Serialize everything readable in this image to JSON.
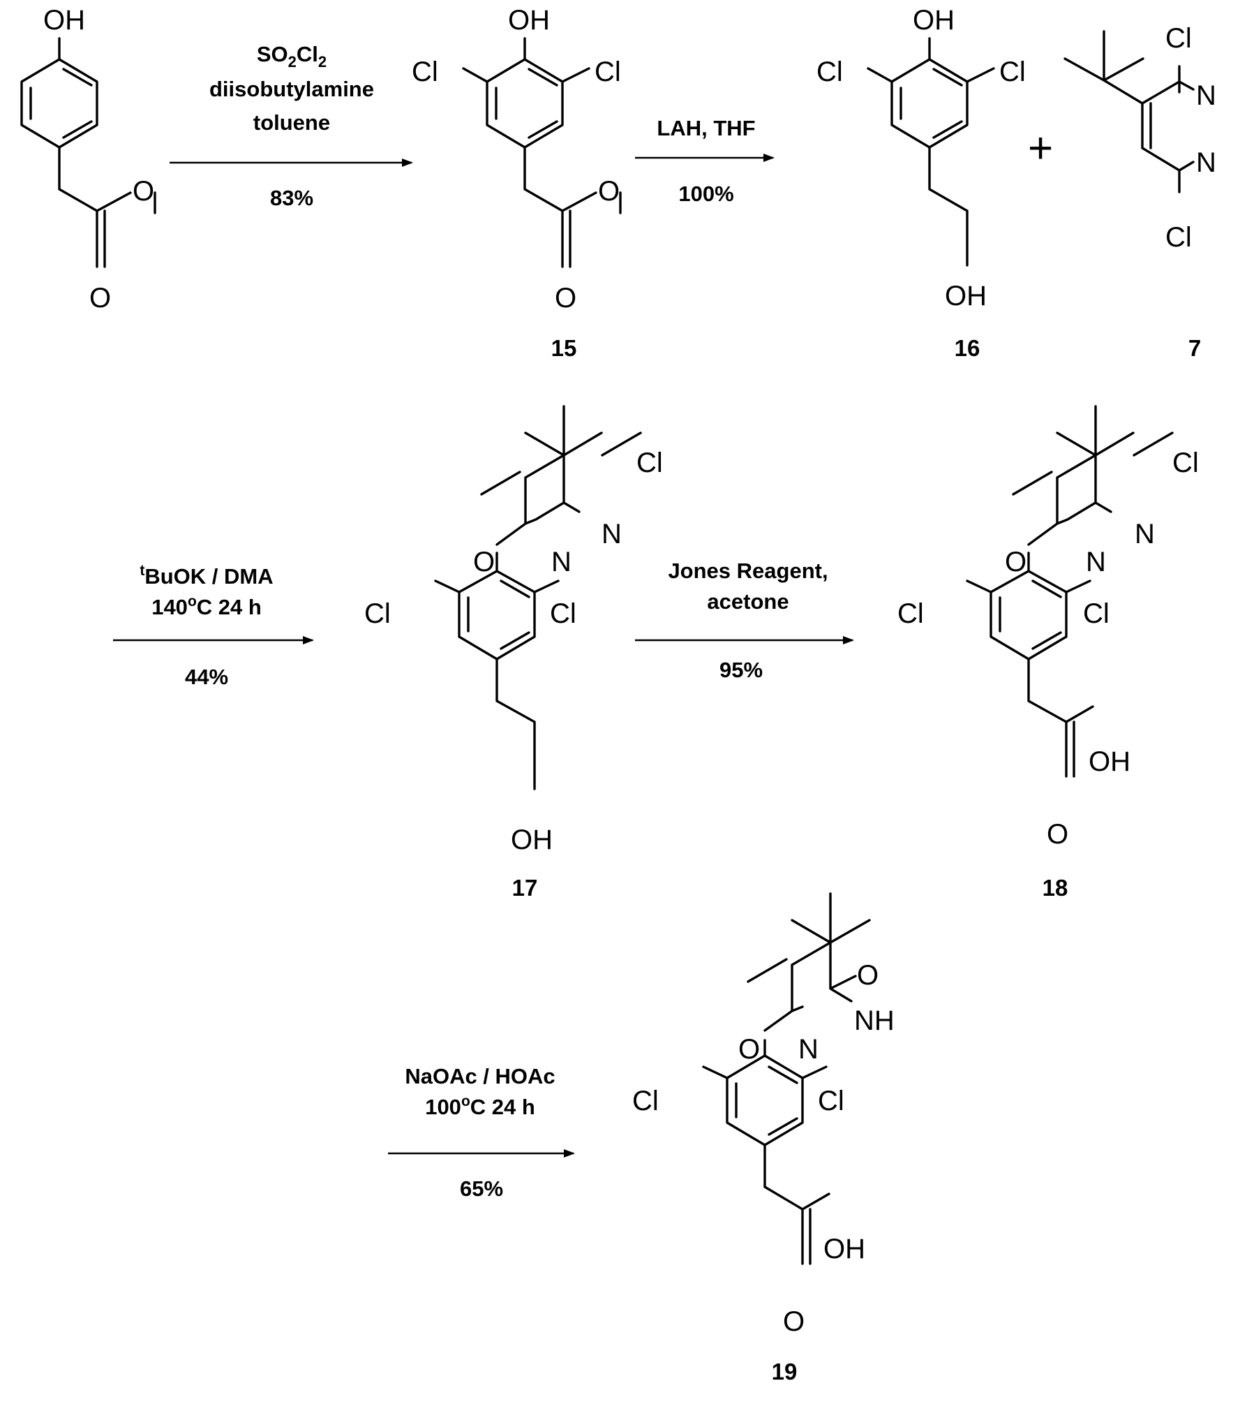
{
  "compounds": {
    "start": {
      "atoms": {
        "oh": "OH",
        "o_ester": "O",
        "o_carbonyl": "O"
      }
    },
    "c15": {
      "label": "15",
      "atoms": {
        "oh": "OH",
        "cl_left": "Cl",
        "cl_right": "Cl",
        "o_ester": "O",
        "o_carbonyl": "O"
      }
    },
    "c16": {
      "label": "16",
      "atoms": {
        "oh": "OH",
        "cl_left": "Cl",
        "cl_right": "Cl",
        "oh_chain": "OH"
      }
    },
    "c7": {
      "label": "7",
      "atoms": {
        "cl_top": "Cl",
        "n1": "N",
        "n2": "N",
        "cl_bottom": "Cl"
      }
    },
    "c17": {
      "label": "17",
      "atoms": {
        "cl_pyr": "Cl",
        "n1": "N",
        "n2": "N",
        "o_ether": "O",
        "cl_left": "Cl",
        "cl_right": "Cl",
        "oh_chain": "OH"
      }
    },
    "c18": {
      "label": "18",
      "atoms": {
        "cl_pyr": "Cl",
        "n1": "N",
        "n2": "N",
        "o_ether": "O",
        "cl_left": "Cl",
        "cl_right": "Cl",
        "oh_acid": "OH",
        "o_carbonyl": "O"
      }
    },
    "c19": {
      "label": "19",
      "atoms": {
        "o_keto": "O",
        "nh": "NH",
        "n": "N",
        "o_ether": "O",
        "cl_left": "Cl",
        "cl_right": "Cl",
        "oh_acid": "OH",
        "o_carbonyl": "O"
      }
    }
  },
  "plus_sign": "+",
  "reactions": {
    "step1": {
      "reagent1_main": "SO",
      "reagent1_sub1": "2",
      "reagent1_mid": "Cl",
      "reagent1_sub2": "2",
      "line2": "diisobutylamine",
      "line3": "toluene",
      "yield": "83%"
    },
    "step2": {
      "line1": "LAH, THF",
      "yield": "100%"
    },
    "step3": {
      "sup": "t",
      "line1_rest": "BuOK / DMA",
      "line2_a": "140",
      "line2_sup": "o",
      "line2_b": "C  24 h",
      "yield": "44%"
    },
    "step4": {
      "line1": "Jones Reagent,",
      "line2": "acetone",
      "yield": "95%"
    },
    "step5": {
      "line1": "NaOAc / HOAc",
      "line2_a": "100",
      "line2_sup": "o",
      "line2_b": "C  24 h",
      "yield": "65%"
    }
  }
}
